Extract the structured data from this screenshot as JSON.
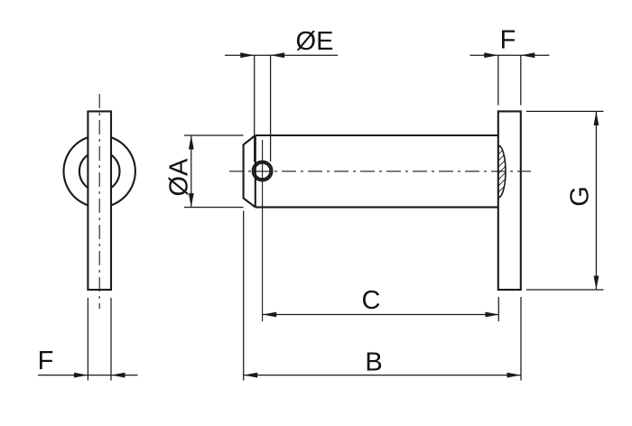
{
  "colors": {
    "line": "#1a1a1a",
    "background": "#ffffff"
  },
  "dimensions": {
    "hole_diameter": "ØE",
    "head_thickness": "F",
    "pin_diameter": "ØA",
    "head_diameter": "G",
    "grip_length": "C",
    "overall_length": "B",
    "side_thickness": "F"
  }
}
